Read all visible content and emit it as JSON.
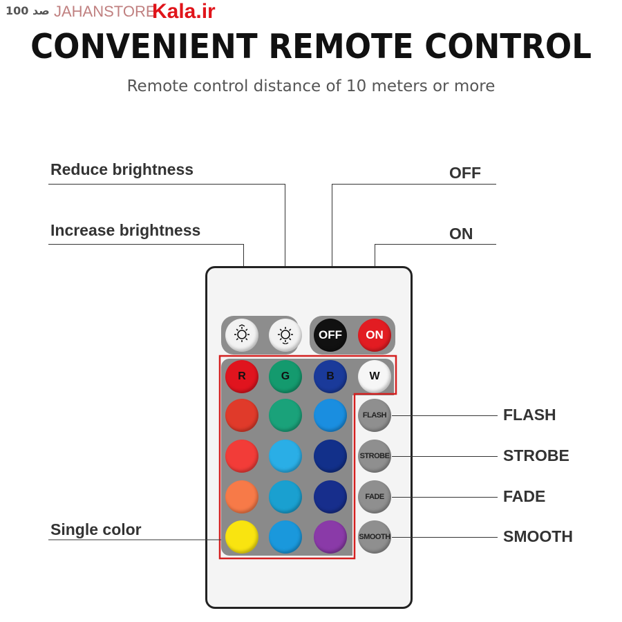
{
  "watermark": {
    "line1": "JAHANSTORE",
    "line2": "Kala.ir",
    "line3": "100 صد"
  },
  "title": "CONVENIENT REMOTE CONTROL",
  "subtitle": "Remote control distance of 10 meters or more",
  "callouts": {
    "reduce_brightness": "Reduce brightness",
    "increase_brightness": "Increase brightness",
    "off": "OFF",
    "on": "ON",
    "flash": "FLASH",
    "strobe": "STROBE",
    "fade": "FADE",
    "smooth": "SMOOTH",
    "single_color": "Single color"
  },
  "remote": {
    "top_buttons": [
      {
        "name": "brightness-up",
        "label": "",
        "color": "#f2f2f2"
      },
      {
        "name": "brightness-down",
        "label": "",
        "color": "#f2f2f2"
      },
      {
        "name": "off",
        "label": "OFF",
        "color": "#111111"
      },
      {
        "name": "on",
        "label": "ON",
        "color": "#e21c22"
      }
    ],
    "color_buttons": [
      [
        {
          "label": "R",
          "color": "#e0141e"
        },
        {
          "label": "G",
          "color": "#149a6e"
        },
        {
          "label": "B",
          "color": "#1a3a9a"
        },
        {
          "label": "W",
          "color": "#f6f6f6"
        }
      ],
      [
        {
          "label": "",
          "color": "#e03a2a"
        },
        {
          "label": "",
          "color": "#1aa27a"
        },
        {
          "label": "",
          "color": "#1a8ee0"
        }
      ],
      [
        {
          "label": "",
          "color": "#f23c38"
        },
        {
          "label": "",
          "color": "#2aaee6"
        },
        {
          "label": "",
          "color": "#12308a"
        }
      ],
      [
        {
          "label": "",
          "color": "#f77a48"
        },
        {
          "label": "",
          "color": "#1aa0d0"
        },
        {
          "label": "",
          "color": "#172e8c"
        }
      ],
      [
        {
          "label": "",
          "color": "#f9e410"
        },
        {
          "label": "",
          "color": "#1a98dc"
        },
        {
          "label": "",
          "color": "#8a3aa8"
        }
      ]
    ],
    "mode_buttons": [
      "FLASH",
      "STROBE",
      "FADE",
      "SMOOTH"
    ],
    "highlight_color": "#d42020"
  }
}
